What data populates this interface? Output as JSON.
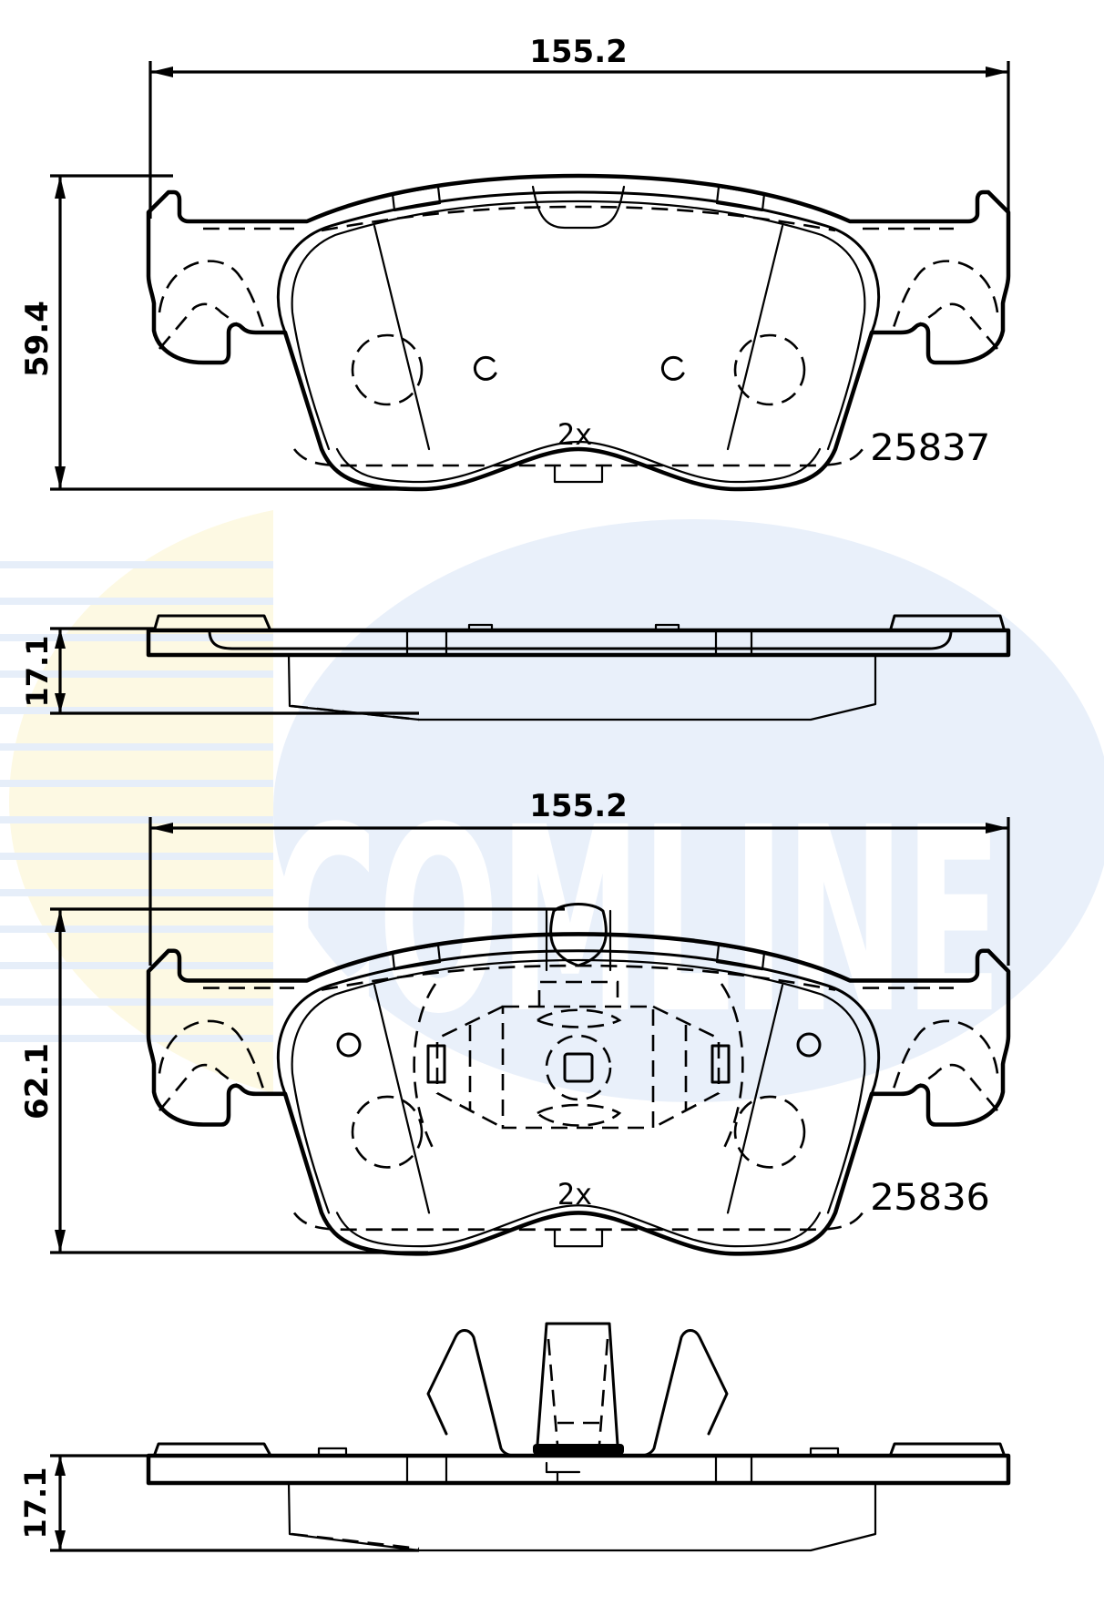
{
  "watermark": {
    "brand": "COMLINE",
    "ellipse_color": "#e9f0fa",
    "crescent_color": "#fdf9e3",
    "stripe_color": "#e6eef9",
    "text_color": "#ffffff"
  },
  "views": {
    "pad_1": {
      "part_number": "25837",
      "quantity": "2x",
      "width_dim": "155.2",
      "height_dim": "59.4",
      "thickness_dim": "17.1"
    },
    "pad_2": {
      "part_number": "25836",
      "quantity": "2x",
      "width_dim": "155.2",
      "height_dim": "62.1",
      "thickness_dim": "17.1"
    }
  },
  "line_color": "#000000"
}
